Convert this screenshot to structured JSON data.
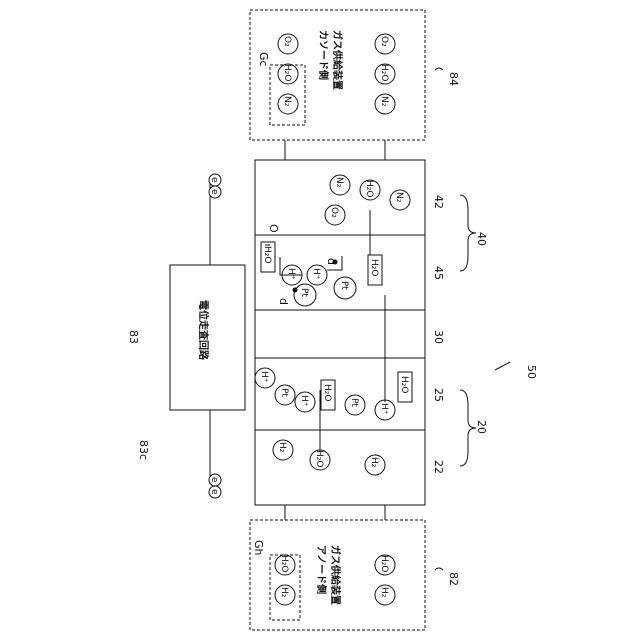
{
  "labels": {
    "cathode_supply_num": "84",
    "anode_supply_num": "82",
    "cathode_gas": "Gc",
    "anode_gas": "Gh",
    "layer_42": "42",
    "layer_45": "45",
    "layer_30": "30",
    "layer_25": "25",
    "layer_22": "22",
    "group_40": "40",
    "group_20": "20",
    "system_50": "50",
    "circuit_83": "83",
    "wire_83c": "83c",
    "label_o": "O",
    "label_d1": "d",
    "label_d2": "d"
  },
  "texts": {
    "cathode_title_1": "カソード側",
    "cathode_title_2": "ガス供給装置",
    "anode_title_1": "アノード側",
    "anode_title_2": "ガス供給装置",
    "circuit_title": "電位走査回路"
  },
  "molecules": {
    "o2": "O₂",
    "h2o": "H₂O",
    "n2": "N₂",
    "h2": "H₂",
    "hplus": "H⁺",
    "pt": "Pt",
    "e": "e"
  }
}
